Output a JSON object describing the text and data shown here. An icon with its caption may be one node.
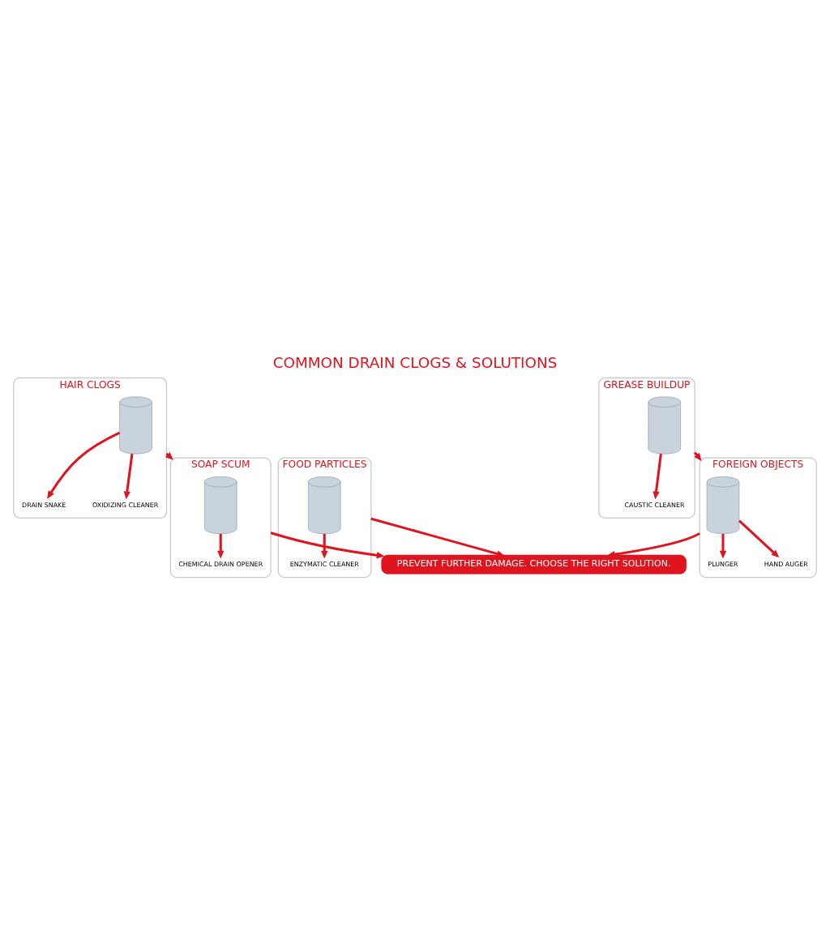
{
  "diagram": {
    "title": "COMMON DRAIN CLOGS & SOLUTIONS",
    "nodes": [
      {
        "text": [
          "HAIR CLOGS"
        ]
      },
      {
        "text": [],
        "shape": "picture",
        "in": 0
      },
      {
        "text": [
          "DRAIN SNAKE"
        ],
        "in": 0
      },
      {
        "text": [
          "OXIDIZING CLEANER"
        ],
        "in": 0
      },
      {
        "text": [
          "GREASE BUILDUP"
        ]
      },
      {
        "text": [],
        "shape": "picture",
        "in": 4
      },
      {
        "text": [
          "CAUSTIC CLEANER"
        ],
        "in": 4
      },
      {
        "text": [
          "SOAP SCUM"
        ]
      },
      {
        "text": [],
        "shape": "picture",
        "in": 7
      },
      {
        "text": [
          "CHEMICAL DRAIN OPENER"
        ],
        "in": 7
      },
      {
        "text": [
          "FOOD PARTICLES"
        ]
      },
      {
        "text": [],
        "shape": "picture",
        "in": 10
      },
      {
        "text": [
          "ENZYMATIC CLEANER"
        ],
        "in": 10
      },
      {
        "text": [
          "FOREIGN OBJECTS"
        ]
      },
      {
        "text": [],
        "shape": "picture",
        "in": 13
      },
      {
        "text": [
          "PLUNGER"
        ],
        "in": 13
      },
      {
        "text": [
          "HAND AUGER"
        ],
        "in": 13
      },
      {
        "text": [
          "PREVENT FURTHER DAMAGE. CHOOSE THE RIGHT SOLUTION."
        ]
      }
    ],
    "edges": [
      {
        "from": 1,
        "to": 2,
        "arrow": "to"
      },
      {
        "from": 1,
        "to": 3,
        "arrow": "to"
      },
      {
        "from": 5,
        "to": 6,
        "arrow": "to"
      },
      {
        "from": 8,
        "to": 9,
        "arrow": "to"
      },
      {
        "from": 11,
        "to": 12,
        "arrow": "to"
      },
      {
        "from": 14,
        "to": 15,
        "arrow": "to"
      },
      {
        "from": 14,
        "to": 16,
        "arrow": "to"
      },
      {
        "from": 0,
        "to": 7,
        "arrow": "to"
      },
      {
        "from": 4,
        "to": 13,
        "arrow": "to"
      },
      {
        "from": 7,
        "to": 17,
        "arrow": "to"
      },
      {
        "from": 10,
        "to": 17,
        "arrow": "to"
      },
      {
        "from": 13,
        "to": 17,
        "arrow": "to"
      }
    ]
  }
}
